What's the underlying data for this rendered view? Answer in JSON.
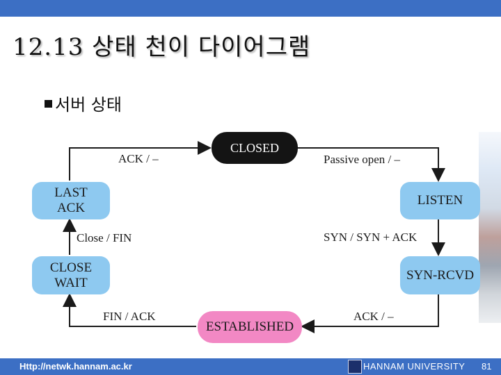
{
  "title": "12.13 상태 천이 다이어그램",
  "bullet": "서버 상태",
  "states": {
    "closed": "CLOSED",
    "listen": "LISTEN",
    "syn_rcvd": "SYN-RCVD",
    "established": "ESTABLISHED",
    "close_wait": "CLOSE\nWAIT",
    "last_ack": "LAST\nACK"
  },
  "edges": {
    "closed_to_listen": "Passive open / –",
    "listen_to_syn_rcvd": "SYN / SYN + ACK",
    "syn_rcvd_to_established": "ACK / –",
    "established_to_close_wait": "FIN / ACK",
    "close_wait_to_last_ack": "Close / FIN",
    "last_ack_to_closed": "ACK / –"
  },
  "footer": {
    "url": "Http://netwk.hannam.ac.kr",
    "university": "HANNAM  UNIVERSITY",
    "page": "81"
  },
  "colors": {
    "bar": "#3c6fc4",
    "state_blue": "#8ec9f0",
    "state_dark": "#141414",
    "state_pink": "#f288c4"
  }
}
